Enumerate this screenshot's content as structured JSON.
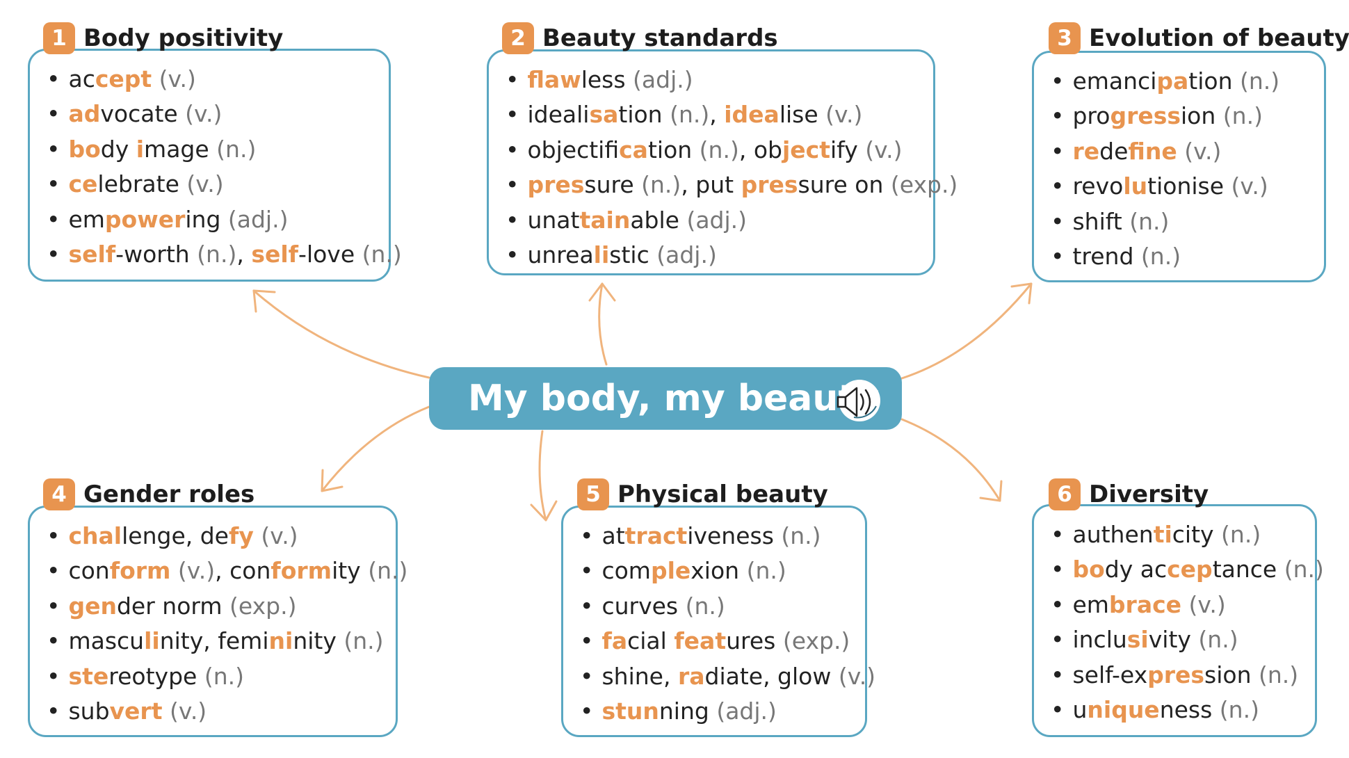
{
  "colors": {
    "accent": "#e8944f",
    "frame": "#5aa7c2",
    "arrow": "#f0b47d"
  },
  "center": {
    "title": "My body, my beauty",
    "icon": "speaker-icon"
  },
  "boxes": [
    {
      "number": "1",
      "title": "Body positivity",
      "items": [
        [
          [
            "ac",
            ""
          ],
          [
            "cept",
            "h"
          ],
          [
            " (v.)",
            "p"
          ]
        ],
        [
          [
            "ad",
            "h"
          ],
          [
            "vocate",
            ""
          ],
          [
            " (v.)",
            "p"
          ]
        ],
        [
          [
            "bo",
            "h"
          ],
          [
            "dy ",
            ""
          ],
          [
            "i",
            "h"
          ],
          [
            "mage",
            ""
          ],
          [
            " (n.)",
            "p"
          ]
        ],
        [
          [
            "ce",
            "h"
          ],
          [
            "lebrate",
            ""
          ],
          [
            " (v.)",
            "p"
          ]
        ],
        [
          [
            "em",
            ""
          ],
          [
            "power",
            "h"
          ],
          [
            "ing",
            ""
          ],
          [
            " (adj.)",
            "p"
          ]
        ],
        [
          [
            "self",
            "h"
          ],
          [
            "-worth",
            ""
          ],
          [
            " (n.)",
            "p"
          ],
          [
            ", ",
            ""
          ],
          [
            "self",
            "h"
          ],
          [
            "-love",
            ""
          ],
          [
            " (n.)",
            "p"
          ]
        ]
      ]
    },
    {
      "number": "2",
      "title": "Beauty standards",
      "items": [
        [
          [
            "flaw",
            "h"
          ],
          [
            "less",
            ""
          ],
          [
            " (adj.)",
            "p"
          ]
        ],
        [
          [
            "ideali",
            ""
          ],
          [
            "sa",
            "h"
          ],
          [
            "tion",
            ""
          ],
          [
            " (n.)",
            "p"
          ],
          [
            ", ",
            ""
          ],
          [
            "i",
            "h"
          ],
          [
            "dea",
            "h"
          ],
          [
            "lise",
            ""
          ],
          [
            " (v.)",
            "p"
          ]
        ],
        [
          [
            "objectifi",
            ""
          ],
          [
            "ca",
            "h"
          ],
          [
            "tion",
            ""
          ],
          [
            " (n.)",
            "p"
          ],
          [
            ", ob",
            ""
          ],
          [
            "ject",
            "h"
          ],
          [
            "ify",
            ""
          ],
          [
            " (v.)",
            "p"
          ]
        ],
        [
          [
            "pres",
            "h"
          ],
          [
            "sure",
            ""
          ],
          [
            " (n.)",
            "p"
          ],
          [
            ", put ",
            ""
          ],
          [
            "pres",
            "h"
          ],
          [
            "sure on",
            ""
          ],
          [
            " (exp.)",
            "p"
          ]
        ],
        [
          [
            "unat",
            ""
          ],
          [
            "tain",
            "h"
          ],
          [
            "able",
            ""
          ],
          [
            " (adj.)",
            "p"
          ]
        ],
        [
          [
            "unrea",
            ""
          ],
          [
            "li",
            "h"
          ],
          [
            "stic",
            ""
          ],
          [
            " (adj.)",
            "p"
          ]
        ]
      ]
    },
    {
      "number": "3",
      "title": "Evolution of beauty",
      "items": [
        [
          [
            "emanci",
            ""
          ],
          [
            "pa",
            "h"
          ],
          [
            "tion",
            ""
          ],
          [
            " (n.)",
            "p"
          ]
        ],
        [
          [
            "pro",
            ""
          ],
          [
            "gress",
            "h"
          ],
          [
            "ion",
            ""
          ],
          [
            " (n.)",
            "p"
          ]
        ],
        [
          [
            "re",
            "h"
          ],
          [
            "de",
            ""
          ],
          [
            "fine",
            "h"
          ],
          [
            " (v.)",
            "p"
          ]
        ],
        [
          [
            "revo",
            ""
          ],
          [
            "lu",
            "h"
          ],
          [
            "tionise",
            ""
          ],
          [
            " (v.)",
            "p"
          ]
        ],
        [
          [
            "shift",
            ""
          ],
          [
            " (n.)",
            "p"
          ]
        ],
        [
          [
            "trend",
            ""
          ],
          [
            " (n.)",
            "p"
          ]
        ]
      ]
    },
    {
      "number": "4",
      "title": "Gender roles",
      "items": [
        [
          [
            "chal",
            "h"
          ],
          [
            "lenge, de",
            ""
          ],
          [
            "fy",
            "h"
          ],
          [
            " (v.)",
            "p"
          ]
        ],
        [
          [
            "con",
            ""
          ],
          [
            "form",
            "h"
          ],
          [
            " (v.)",
            "p"
          ],
          [
            ", con",
            ""
          ],
          [
            "form",
            "h"
          ],
          [
            "ity",
            ""
          ],
          [
            " (n.)",
            "p"
          ]
        ],
        [
          [
            "gen",
            "h"
          ],
          [
            "der norm",
            ""
          ],
          [
            " (exp.)",
            "p"
          ]
        ],
        [
          [
            "mascu",
            ""
          ],
          [
            "li",
            "h"
          ],
          [
            "nity, femi",
            ""
          ],
          [
            "ni",
            "h"
          ],
          [
            "nity",
            ""
          ],
          [
            " (n.)",
            "p"
          ]
        ],
        [
          [
            "ste",
            "h"
          ],
          [
            "reotype",
            ""
          ],
          [
            " (n.)",
            "p"
          ]
        ],
        [
          [
            "sub",
            ""
          ],
          [
            "vert",
            "h"
          ],
          [
            " (v.)",
            "p"
          ]
        ]
      ]
    },
    {
      "number": "5",
      "title": "Physical beauty",
      "items": [
        [
          [
            "at",
            ""
          ],
          [
            "tract",
            "h"
          ],
          [
            "iveness",
            ""
          ],
          [
            " (n.)",
            "p"
          ]
        ],
        [
          [
            "com",
            ""
          ],
          [
            "ple",
            "h"
          ],
          [
            "xion",
            ""
          ],
          [
            " (n.)",
            "p"
          ]
        ],
        [
          [
            "curves",
            ""
          ],
          [
            " (n.)",
            "p"
          ]
        ],
        [
          [
            "fa",
            "h"
          ],
          [
            "cial ",
            ""
          ],
          [
            "feat",
            "h"
          ],
          [
            "ures",
            ""
          ],
          [
            " (exp.)",
            "p"
          ]
        ],
        [
          [
            "shine, ",
            ""
          ],
          [
            "ra",
            "h"
          ],
          [
            "diate, glow",
            ""
          ],
          [
            " (v.)",
            "p"
          ]
        ],
        [
          [
            "stun",
            "h"
          ],
          [
            "ning",
            ""
          ],
          [
            " (adj.)",
            "p"
          ]
        ]
      ]
    },
    {
      "number": "6",
      "title": "Diversity",
      "items": [
        [
          [
            "authen",
            ""
          ],
          [
            "ti",
            "h"
          ],
          [
            "city",
            ""
          ],
          [
            " (n.)",
            "p"
          ]
        ],
        [
          [
            "bo",
            "h"
          ],
          [
            "dy ac",
            ""
          ],
          [
            "cep",
            "h"
          ],
          [
            "tance",
            ""
          ],
          [
            " (n.)",
            "p"
          ]
        ],
        [
          [
            "em",
            ""
          ],
          [
            "brace",
            "h"
          ],
          [
            " (v.)",
            "p"
          ]
        ],
        [
          [
            "inclu",
            ""
          ],
          [
            "si",
            "h"
          ],
          [
            "vity",
            ""
          ],
          [
            " (n.)",
            "p"
          ]
        ],
        [
          [
            "self-ex",
            ""
          ],
          [
            "pres",
            "h"
          ],
          [
            "sion",
            ""
          ],
          [
            " (n.)",
            "p"
          ]
        ],
        [
          [
            "u",
            ""
          ],
          [
            "nique",
            "h"
          ],
          [
            "ness",
            ""
          ],
          [
            " (n.)",
            "p"
          ]
        ]
      ]
    }
  ]
}
